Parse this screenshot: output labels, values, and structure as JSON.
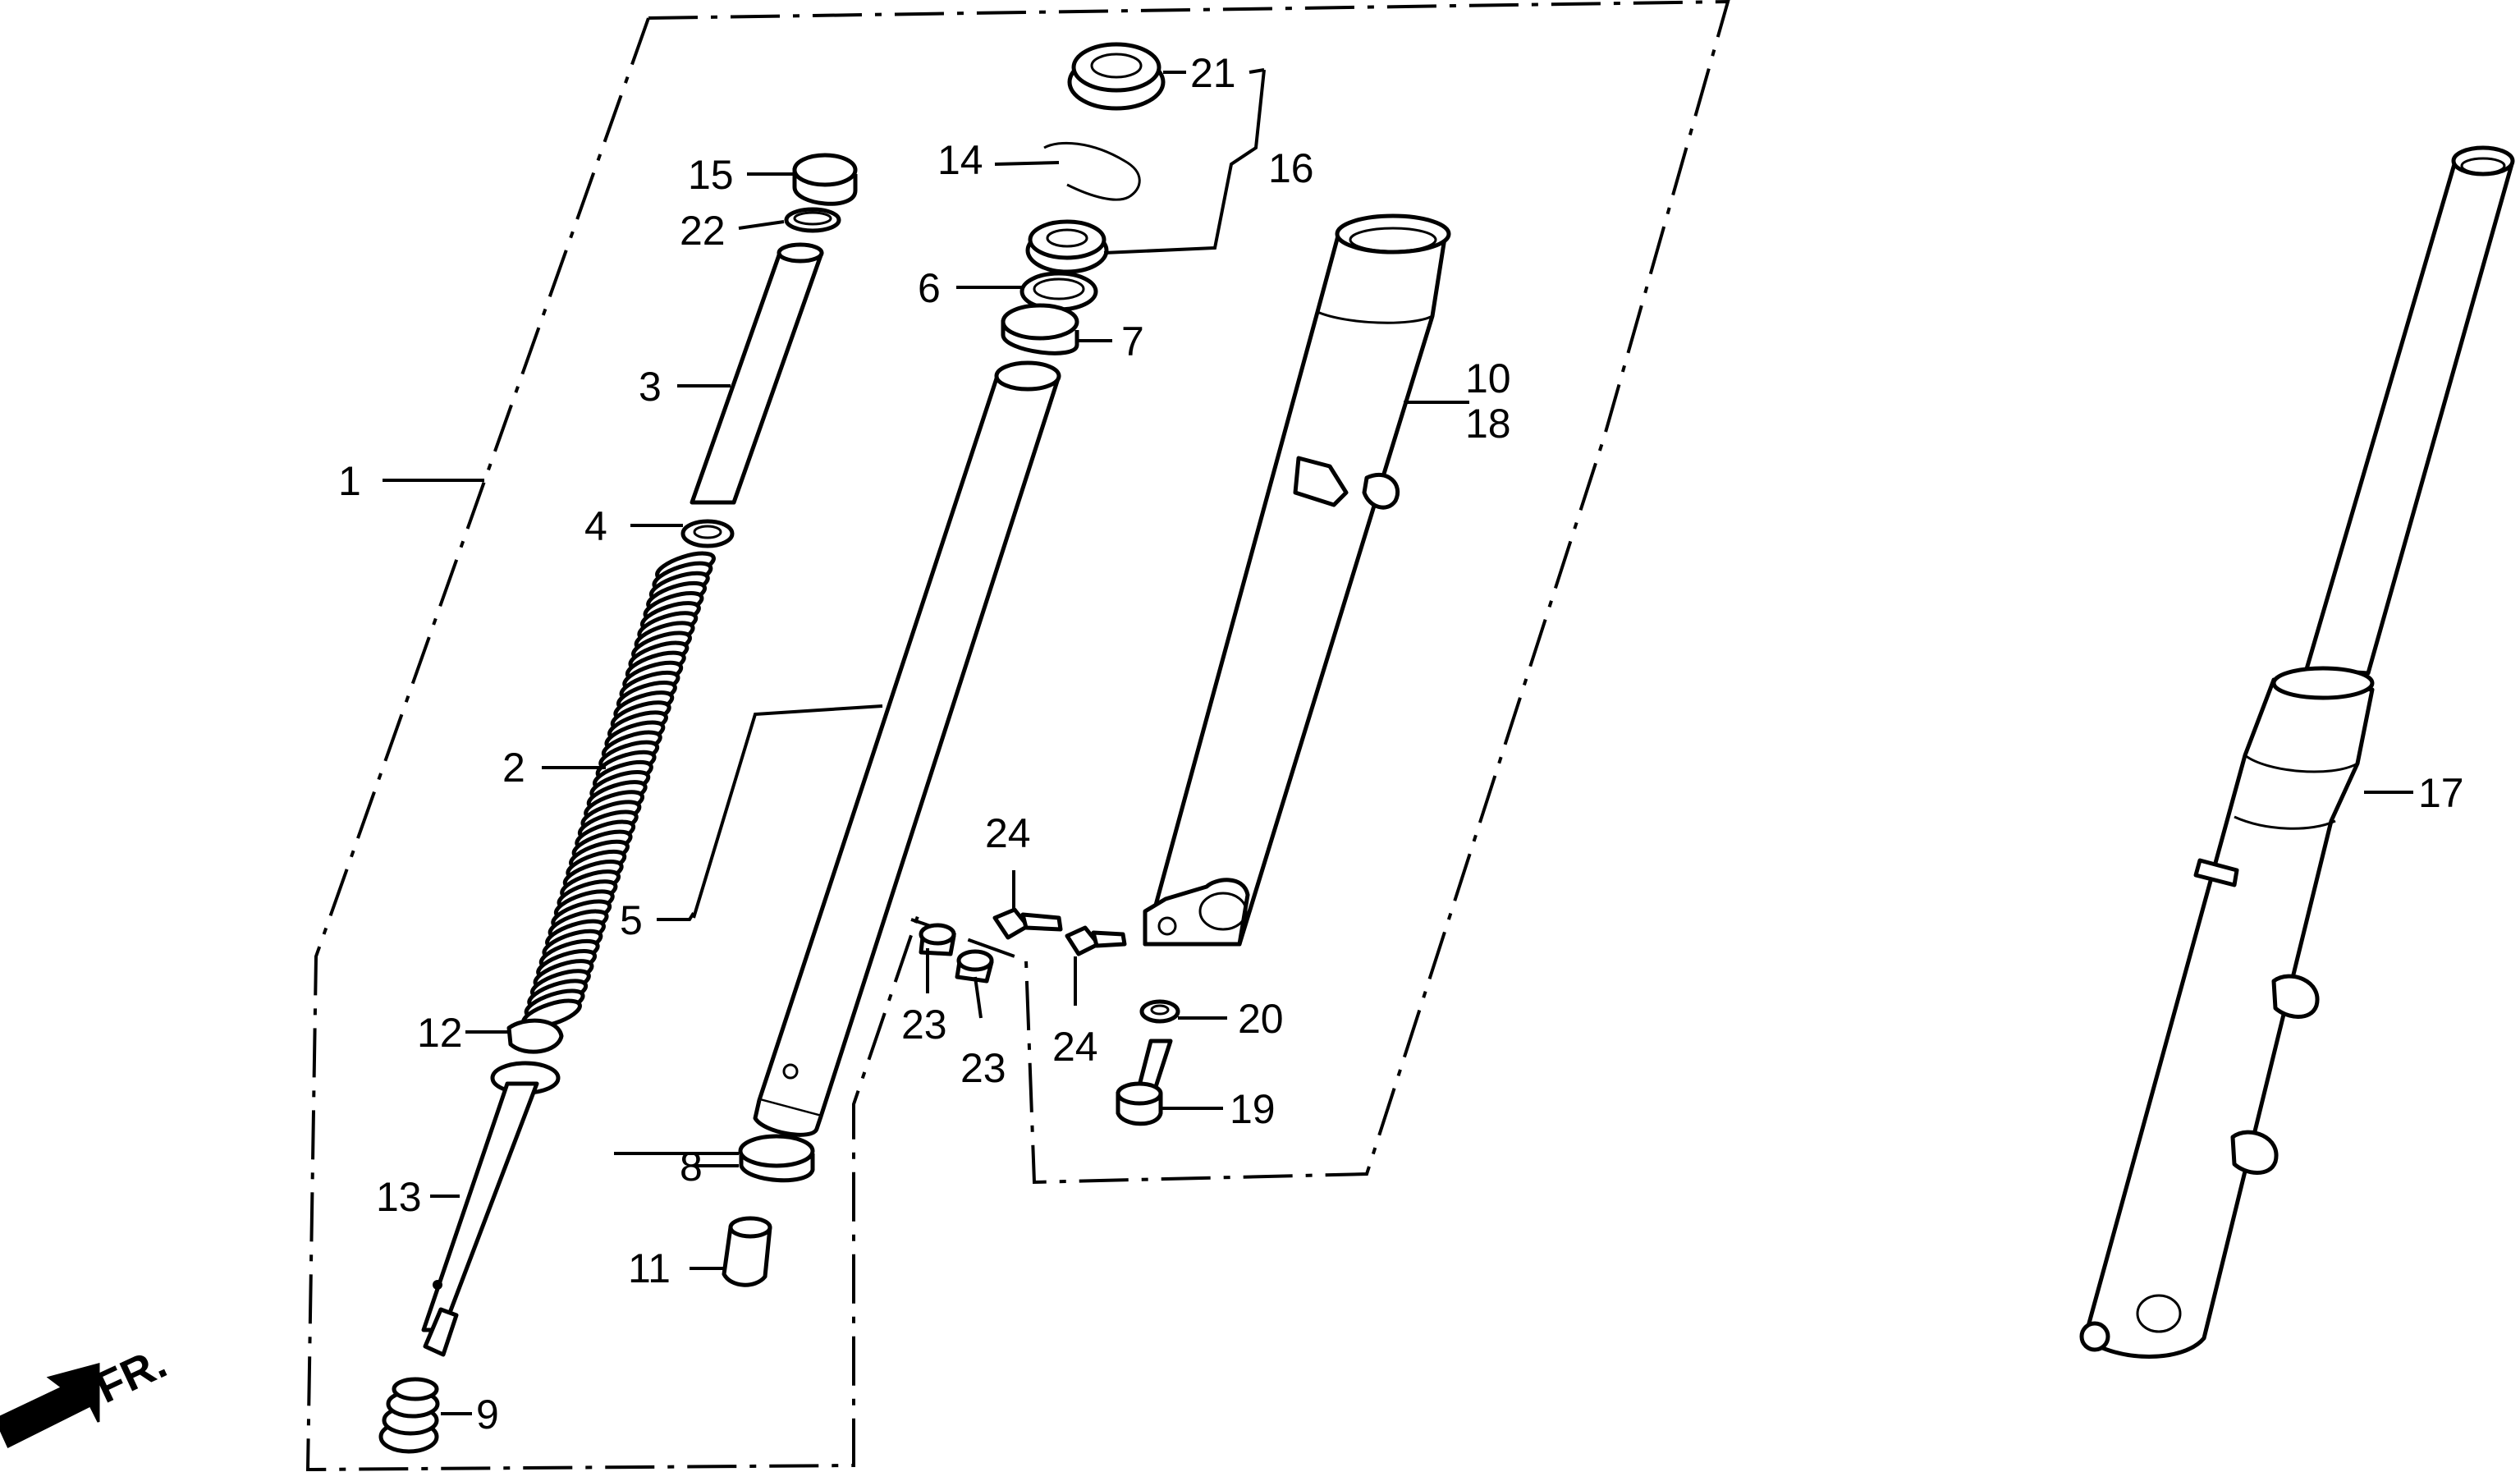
{
  "callouts": [
    {
      "id": "1",
      "text": "1"
    },
    {
      "id": "2",
      "text": "2"
    },
    {
      "id": "3",
      "text": "3"
    },
    {
      "id": "4",
      "text": "4"
    },
    {
      "id": "5",
      "text": "5"
    },
    {
      "id": "6",
      "text": "6"
    },
    {
      "id": "7",
      "text": "7"
    },
    {
      "id": "8",
      "text": "8"
    },
    {
      "id": "9",
      "text": "9"
    },
    {
      "id": "10",
      "text": "10"
    },
    {
      "id": "11",
      "text": "11"
    },
    {
      "id": "12",
      "text": "12"
    },
    {
      "id": "13",
      "text": "13"
    },
    {
      "id": "14",
      "text": "14"
    },
    {
      "id": "15",
      "text": "15"
    },
    {
      "id": "16",
      "text": "16"
    },
    {
      "id": "17",
      "text": "17"
    },
    {
      "id": "18",
      "text": "18"
    },
    {
      "id": "19",
      "text": "19"
    },
    {
      "id": "20",
      "text": "20"
    },
    {
      "id": "21",
      "text": "21"
    },
    {
      "id": "22",
      "text": "22"
    },
    {
      "id": "23a",
      "text": "23"
    },
    {
      "id": "23b",
      "text": "23"
    },
    {
      "id": "24a",
      "text": "24"
    },
    {
      "id": "24b",
      "text": "24"
    }
  ],
  "direction_marker": {
    "text": "FR.",
    "icon": "front-direction-arrow-icon"
  },
  "colors": {
    "line": "#000000",
    "background": "#ffffff"
  }
}
